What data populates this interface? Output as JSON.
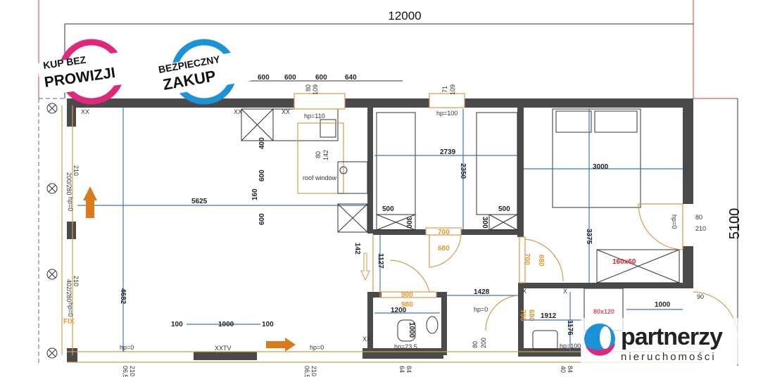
{
  "title_dimension": "12000",
  "side_dimension": "5100",
  "badges": {
    "no_commission": {
      "line1": "KUP BEZ",
      "line2": "PROWIZJI",
      "color": "#e0287a"
    },
    "safe_purchase": {
      "line1": "BEZPIECZNY",
      "line2": "ZAKUP",
      "color": "#1b93d6"
    }
  },
  "logo": {
    "name": "partnerzy",
    "subtitle": "nieruchomości"
  },
  "colors": {
    "wall": "#4a4a4a",
    "dimension": "#3d74c4",
    "door": "#d69a4e",
    "accent_red": "#e02020"
  },
  "dims": {
    "cab1": "600",
    "cab2": "600",
    "cab3": "600",
    "cab4": "640",
    "win1_top": "80",
    "win1_bot": "109",
    "win2_top": "71",
    "win2_bot": "109",
    "hp110": "hp=110",
    "hp100": "hp=100",
    "roof_top": "80",
    "roof_bot": "142",
    "roof_window": "roof window",
    "v400": "400",
    "v600a": "600",
    "v160": "160",
    "v600b": "600",
    "living_width": "5625",
    "living_height": "4682",
    "tv_left": "100",
    "tv_mid": "1000",
    "tv_right": "100",
    "tv": "XXTV",
    "room1_width": "2739",
    "room1_height": "2350",
    "bed1_500": "500",
    "bed2_500": "500",
    "w300a": "300",
    "w300b": "300",
    "door700": "700",
    "door680": "680",
    "room3_width": "3000",
    "room3_height": "3375",
    "wardrobe": "160x60",
    "door_r_top": "80",
    "door_r_bot": "210",
    "door_r_hp": "hp=0",
    "d142": "142",
    "d1127": "1127",
    "bath1_door": "900",
    "bath1_door2": "980",
    "bath1_width": "1200",
    "bath1_1000": "1000",
    "bath1_hp": "hp=23,5",
    "hall_1428": "1428",
    "hall_hp0": "hp=0",
    "hall_d_top": "80",
    "hall_d_bot": "200",
    "bath2_1912": "1912",
    "bath2_1176": "1176",
    "bath2_hp": "hp=100",
    "shower": "80x120",
    "door_b2_a": "700",
    "door_b2_b": "680",
    "door_o_a": "700",
    "door_o_b": "680",
    "r_1000": "1000",
    "r_90": "90",
    "left_win1_top": "200/280",
    "left_win1_bot": "210",
    "left_hp1": "hp=0",
    "left_win2_top": "402/280",
    "left_win2_bot": "210",
    "left_hp2": "hp=0",
    "fix": "FIX",
    "bottom_hp_a": "hp=0",
    "bottom_hp_b": "hp=0",
    "b_a_top": "06,5",
    "b_a_bot": "210",
    "b_b_top": "06,5",
    "b_b_bot": "210",
    "b_c_top": "64",
    "b_c_bot": "84",
    "b_d_top": "40",
    "b_d_bot": "84",
    "xx": "XX",
    "x": "X"
  }
}
